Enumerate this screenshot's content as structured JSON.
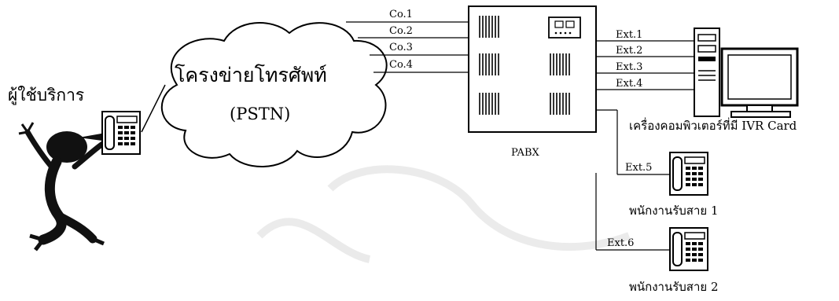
{
  "user_label": "ผู้ใช้บริการ",
  "network": {
    "title": "โครงข่ายโทรศัพท์",
    "subtitle": "(PSTN)"
  },
  "pabx_label": "PABX",
  "co_lines": [
    "Co.1",
    "Co.2",
    "Co.3",
    "Co.4"
  ],
  "ext_lines": [
    "Ext.1",
    "Ext.2",
    "Ext.3",
    "Ext.4"
  ],
  "computer_label": "เครื่องคอมพิวเตอร์ที่มี IVR Card",
  "operator1": {
    "ext": "Ext.5",
    "label": "พนักงานรับสาย 1"
  },
  "operator2": {
    "ext": "Ext.6",
    "label": "พนักงานรับสาย 2"
  }
}
